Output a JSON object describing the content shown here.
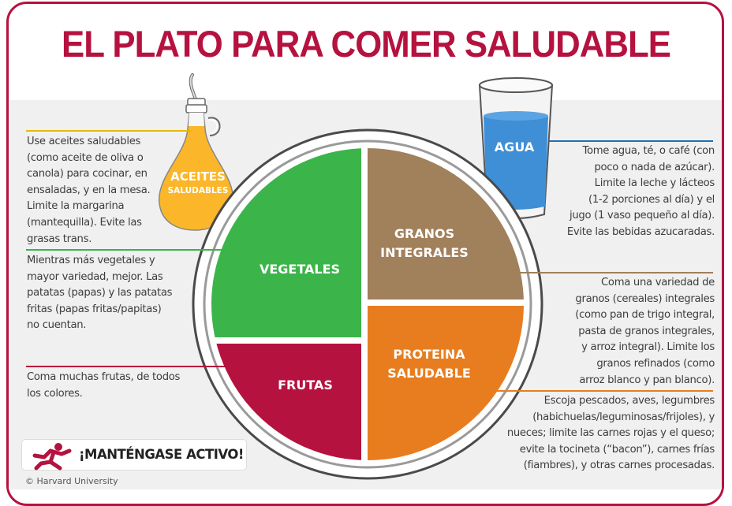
{
  "title": "EL PLATO PARA COMER SALUDABLE",
  "colors": {
    "brand": "#b5123f",
    "oils": "#fbb62a",
    "water": "#3f8fd6",
    "vegetables": "#3bb44a",
    "grains": "#a1805c",
    "fruits": "#b5123f",
    "protein": "#e87d1f",
    "panel": "#f0f0f1"
  },
  "oils": {
    "label_line1": "ACEITES",
    "label_line2": "SALUDABLES",
    "description": "Use aceites saludables\n(como aceite de oliva o\ncanola) para cocinar, en\nensaladas, y en la mesa.\nLimite la margarina\n(mantequilla). Evite las\ngrasas trans."
  },
  "water": {
    "label": "AGUA",
    "description": "Tome agua, té, o café (con\npoco o nada de azúcar).\nLimite la leche y lácteos\n(1-2 porciones al día) y el\njugo (1 vaso pequeño al día).\nEvite las bebidas azucaradas."
  },
  "plate": {
    "vegetables": {
      "label": "VEGETALES",
      "description": "Mientras más vegetales y\nmayor variedad, mejor. Las\npatatas (papas) y las patatas\nfritas (papas fritas/papitas)\nno cuentan."
    },
    "fruits": {
      "label": "FRUTAS",
      "description": "Coma muchas frutas, de todos\nlos colores."
    },
    "grains": {
      "label_line1": "GRANOS",
      "label_line2": "INTEGRALES",
      "description": "Coma una variedad de\ngranos (cereales) integrales\n(como pan de trigo integral,\npasta de granos integrales,\ny arroz integral). Limite los\ngranos refinados (como\narroz blanco y pan blanco)."
    },
    "protein": {
      "label_line1": "PROTEINA",
      "label_line2": "SALUDABLE",
      "description": "Escoja pescados, aves, legumbres\n(habichuelas/leguminosas/frijoles), y\nnueces; limite las carnes rojas y el queso;\nevite la tocineta (“bacon”), carnes frías\n(fiambres), y otras carnes procesadas."
    }
  },
  "active": {
    "label": "¡MANTÉNGASE ACTIVO!",
    "icon": "running-person-icon"
  },
  "copyright": "© Harvard University"
}
